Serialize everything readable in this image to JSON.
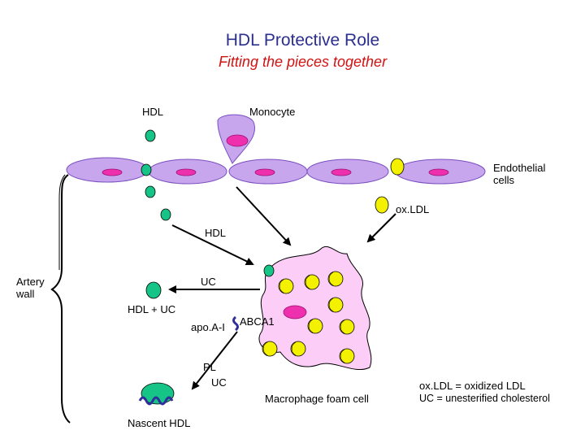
{
  "title": "HDL Protective Role",
  "subtitle": "Fitting the pieces together",
  "labels": {
    "hdl_top": "HDL",
    "monocyte": "Monocyte",
    "endothelial": "Endothelial\ncells",
    "oxldl": "ox.LDL",
    "hdl_mid": "HDL",
    "artery_wall": "Artery\nwall",
    "uc": "UC",
    "hdl_uc": "HDL + UC",
    "apoa1": "apo.A-I",
    "abca1": "ABCA1",
    "pl": "PL",
    "uc_low": "UC",
    "nascent_hdl": "Nascent HDL",
    "macrophage": "Macrophage foam cell"
  },
  "legend": {
    "line1": "ox.LDL = oxidized LDL",
    "line2": "UC = unesterified cholesterol"
  },
  "colors": {
    "title": "#2b2f8f",
    "subtitle": "#d01212",
    "endothelial_fill": "#c7a6ee",
    "nucleus": "#ee2fae",
    "hdl": "#17c487",
    "oxldl": "#f4f100",
    "macrophage_fill": "#fccdf6",
    "apoa1_coil": "#2f2f9a"
  }
}
